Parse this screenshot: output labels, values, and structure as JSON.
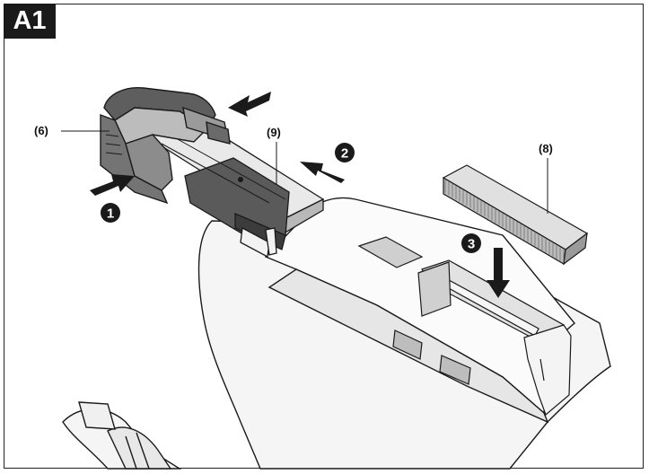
{
  "figure": {
    "badge": "A1",
    "callouts": {
      "part_6": "(6)",
      "part_9": "(9)",
      "part_8": "(8)"
    },
    "steps": {
      "step_1": "1",
      "step_2": "2",
      "step_3": "3"
    }
  },
  "colors": {
    "line": "#1a1a1a",
    "body_fill": "#f2f2f2",
    "dark_gray": "#5a5a5a",
    "mid_gray": "#9a9a9a",
    "light_gray": "#d6d6d6",
    "arrow": "#1a1a1a"
  }
}
